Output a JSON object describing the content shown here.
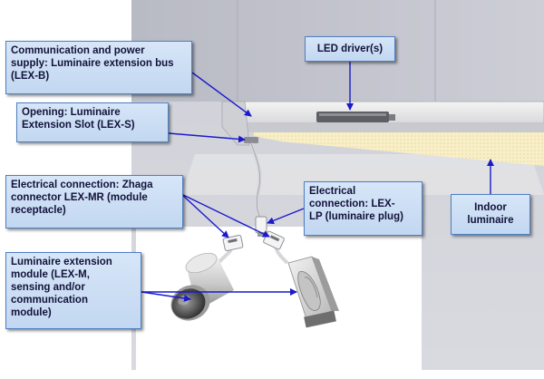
{
  "labels": {
    "comm": "Communication and power\nsupply: Luminaire extension bus\n(LEX-B)",
    "led_driver": "LED driver(s)",
    "opening": "Opening: Luminaire\nExtension Slot (LEX-S)",
    "electrical_mr": "Electrical connection: Zhaga\nconnector LEX-MR (module\nreceptacle)",
    "electrical_lp": "Electrical\nconnection: LEX-\nLP (luminaire plug)",
    "indoor": "Indoor\nluminaire",
    "module": "Luminaire extension\nmodule (LEX-M,\nsensing and/or\ncommunication\nmodule)"
  },
  "colors": {
    "arrow": "#1a1acc",
    "label_border": "#4f7fc2",
    "label_fill": "#c8dbf3",
    "wall": "#d3d4db",
    "lamp_light": "#f5eed2"
  }
}
